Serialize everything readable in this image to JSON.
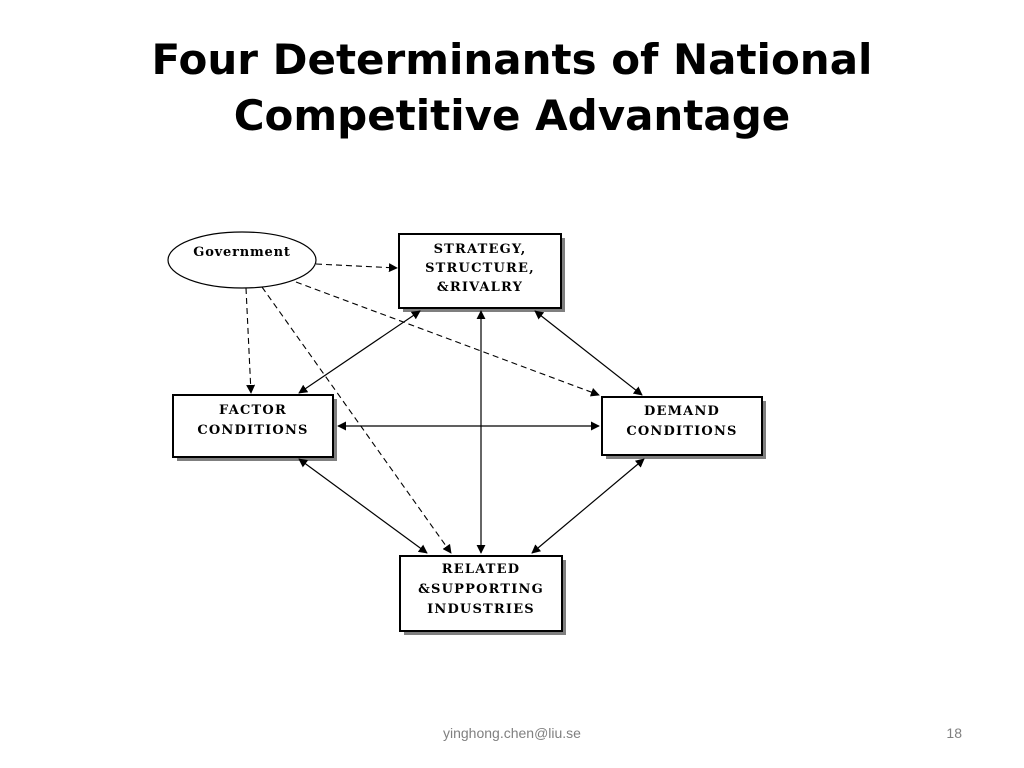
{
  "slide": {
    "title_lines": [
      "Four Determinants of National",
      "Competitive Advantage"
    ]
  },
  "diagram": {
    "government": {
      "label": "Government"
    },
    "strategy": {
      "lines": [
        "STRATEGY,",
        "STRUCTURE,",
        "&RIVALRY"
      ]
    },
    "factor": {
      "lines": [
        "FACTOR",
        "CONDITIONS"
      ]
    },
    "demand": {
      "lines": [
        "DEMAND",
        "CONDITIONS"
      ]
    },
    "related": {
      "lines": [
        "RELATED",
        "&SUPPORTING",
        "INDUSTRIES"
      ]
    },
    "colors": {
      "line": "#000000",
      "shadow": "#7f7f7f",
      "box_fill": "#ffffff"
    }
  },
  "footer": {
    "email": "yinghong.chen@liu.se",
    "page_number": "18"
  }
}
